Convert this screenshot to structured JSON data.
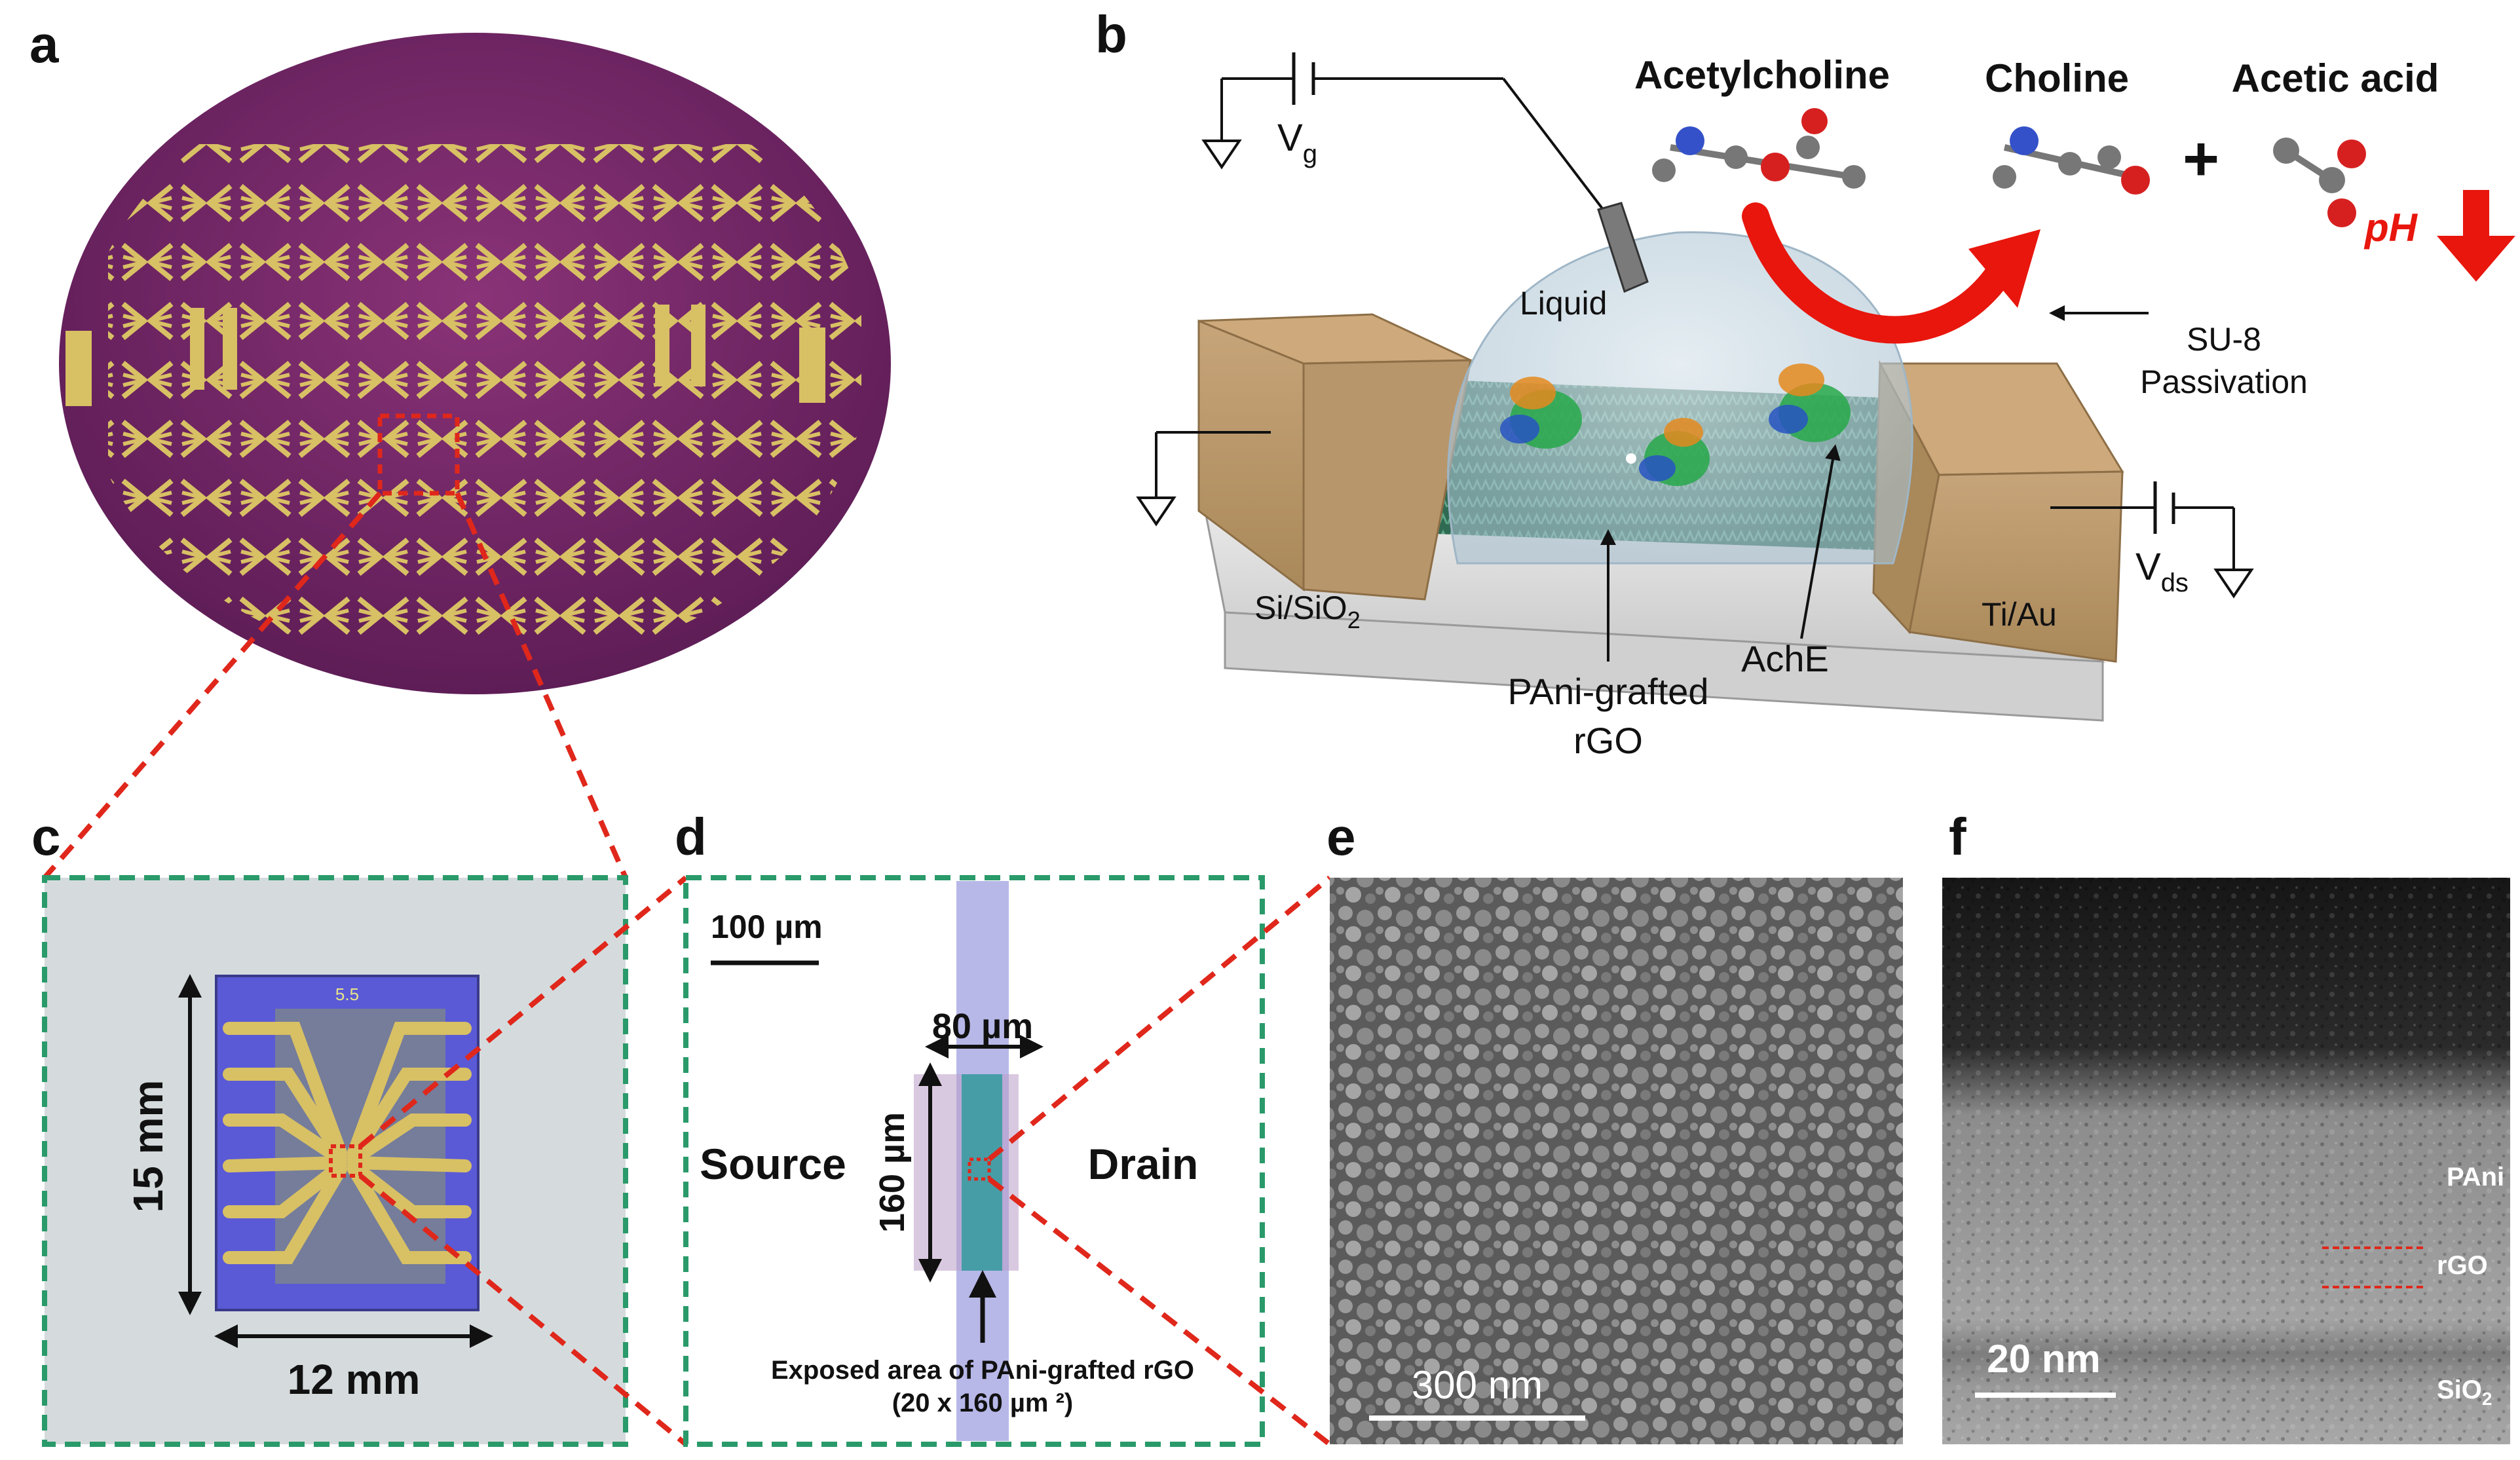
{
  "panels": {
    "a": {
      "label": "a"
    },
    "b": {
      "label": "b",
      "reaction": {
        "reactant": "Acetylcholine",
        "product1": "Choline",
        "plus": "+",
        "product2": "Acetic acid",
        "ph": "pH"
      },
      "labels": {
        "vg_main": "V",
        "vg_sub": "g",
        "liquid": "Liquid",
        "su8_line1": "SU-8",
        "su8_line2": "Passivation",
        "substrate_main": "Si/SiO",
        "substrate_sub": "2",
        "electrode": "Ti/Au",
        "vds_main": "V",
        "vds_sub": "ds",
        "ache": "AchE",
        "pani_line1": "PAni-grafted",
        "pani_line2": "rGO"
      }
    },
    "c": {
      "label": "c",
      "height_text": "15 mm",
      "width_text": "12 mm",
      "chip_text": "5.5"
    },
    "d": {
      "label": "d",
      "scale_bar": "100 µm",
      "width_text": "80 µm",
      "height_text": "160 µm",
      "source": "Source",
      "drain": "Drain",
      "caption_line1": "Exposed area of PAni-grafted rGO",
      "caption_line2": "(20 x 160 µm ²)"
    },
    "e": {
      "label": "e",
      "scale_bar": "300 nm"
    },
    "f": {
      "label": "f",
      "scale_bar": "20 nm",
      "pani": "PAni",
      "rgo": "rGO",
      "sio2_main": "SiO",
      "sio2_sub": "2"
    }
  },
  "colors": {
    "wafer": "#7a2a6e",
    "gold_pad": "#d8c064",
    "dashed_red": "#e0271b",
    "dashed_green": "#2a9a6a",
    "electrode_gold": "#b9956a",
    "arrow_red": "#e8160d",
    "rgo_green": "#2f6a52"
  }
}
